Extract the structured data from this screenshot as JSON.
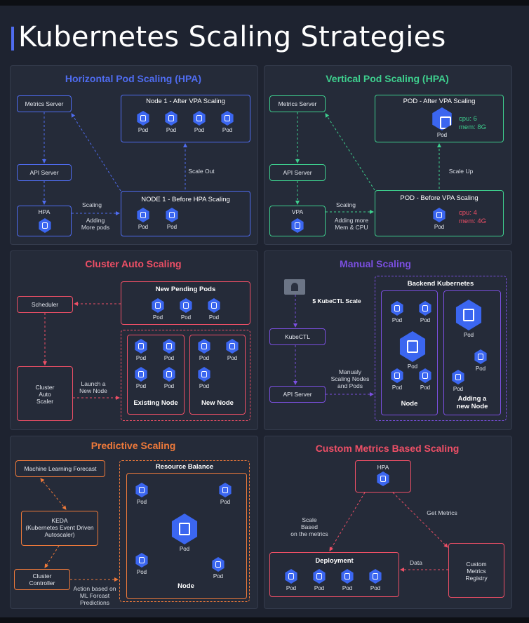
{
  "title": "Kubernetes Scaling Strategies",
  "hpa": {
    "title": "Horizontal Pod Scaling (HPA)",
    "metrics_server": "Metrics Server",
    "api_server": "API Server",
    "hpa": "HPA",
    "after_title": "Node 1 - After VPA Scaling",
    "before_title": "NODE 1 - Before HPA Scaling",
    "scale_out": "Scale Out",
    "scaling": "Scaling",
    "adding": "Adding\nMore pods",
    "pod": "Pod"
  },
  "vpa": {
    "title": "Vertical Pod Scaling (HPA)",
    "metrics_server": "Metrics Server",
    "api_server": "API Server",
    "vpa": "VPA",
    "after_title": "POD - After VPA Scaling",
    "after_cpu": "cpu: 6",
    "after_mem": "mem: 8G",
    "before_title": "POD - Before VPA Scaling",
    "before_cpu": "cpu: 4",
    "before_mem": "mem: 4G",
    "scale_up": "Scale Up",
    "scaling": "Scaling",
    "adding": "Adding more\nMem & CPU",
    "pod": "Pod"
  },
  "cluster": {
    "title": "Cluster Auto Scaling",
    "scheduler": "Scheduler",
    "new_pending": "New Pending Pods",
    "autoscaler": "Cluster\nAuto\nScaler",
    "launch": "Launch a\nNew Node",
    "existing": "Existing Node",
    "new_node": "New Node",
    "pod": "Pod"
  },
  "manual": {
    "title": "Manual Scaling",
    "command": "$ KubeCTL Scale",
    "kubectl": "KubeCTL",
    "api_server": "API Server",
    "backend": "Backend Kubernetes",
    "manual_label": "Manualy\nScaling Nodes\nand Pods",
    "node": "Node",
    "adding": "Adding a\nnew Node",
    "pod": "Pod"
  },
  "predictive": {
    "title": "Predictive Scaling",
    "ml": "Machine Learning Forecast",
    "keda": "KEDA\n(Kubernetes Event Driven\nAutoscaler)",
    "controller": "Cluster\nController",
    "action": "Action based on\nML Forcast\nPredictions",
    "resource": "Resource Balance",
    "node": "Node",
    "pod": "Pod"
  },
  "custom": {
    "title": "Custom Metrics Based Scaling",
    "hpa": "HPA",
    "scale_based": "Scale\nBased\non the metrics",
    "get_metrics": "Get Metrics",
    "deployment": "Deployment",
    "data": "Data",
    "registry": "Custom\nMetrics\nRegistry",
    "pod": "Pod"
  },
  "colors": {
    "hpa": "#4f6cf0",
    "vpa": "#3ecf8e",
    "cluster": "#ee4f66",
    "manual": "#7b4fe0",
    "predictive": "#f07a3a",
    "custom": "#ee4f66",
    "pod": "#3b66f0"
  },
  "icons": [
    "pod-hexagon-icon",
    "hpa-icon",
    "vpa-icon",
    "monitor-icon"
  ]
}
